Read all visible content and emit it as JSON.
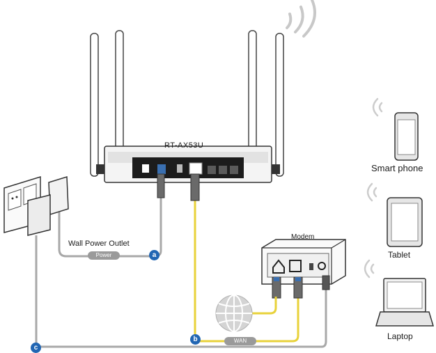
{
  "router": {
    "model": "RT-AX53U"
  },
  "labels": {
    "wall_power_outlet": "Wall Power Outlet",
    "modem": "Modem",
    "smart_phone": "Smart phone",
    "tablet": "Tablet",
    "laptop": "Laptop"
  },
  "cables": {
    "power": "Power",
    "wan": "WAN"
  },
  "markers": {
    "a": "a",
    "b": "b",
    "c": "c"
  },
  "colors": {
    "cable_yellow": "#e8d23a",
    "cable_gray": "#a8a8a8",
    "marker_blue": "#2266b3",
    "port_blue": "#3a6fb0"
  },
  "icons": [
    "wifi-signal-icon",
    "globe-icon",
    "power-adapter-icon"
  ]
}
